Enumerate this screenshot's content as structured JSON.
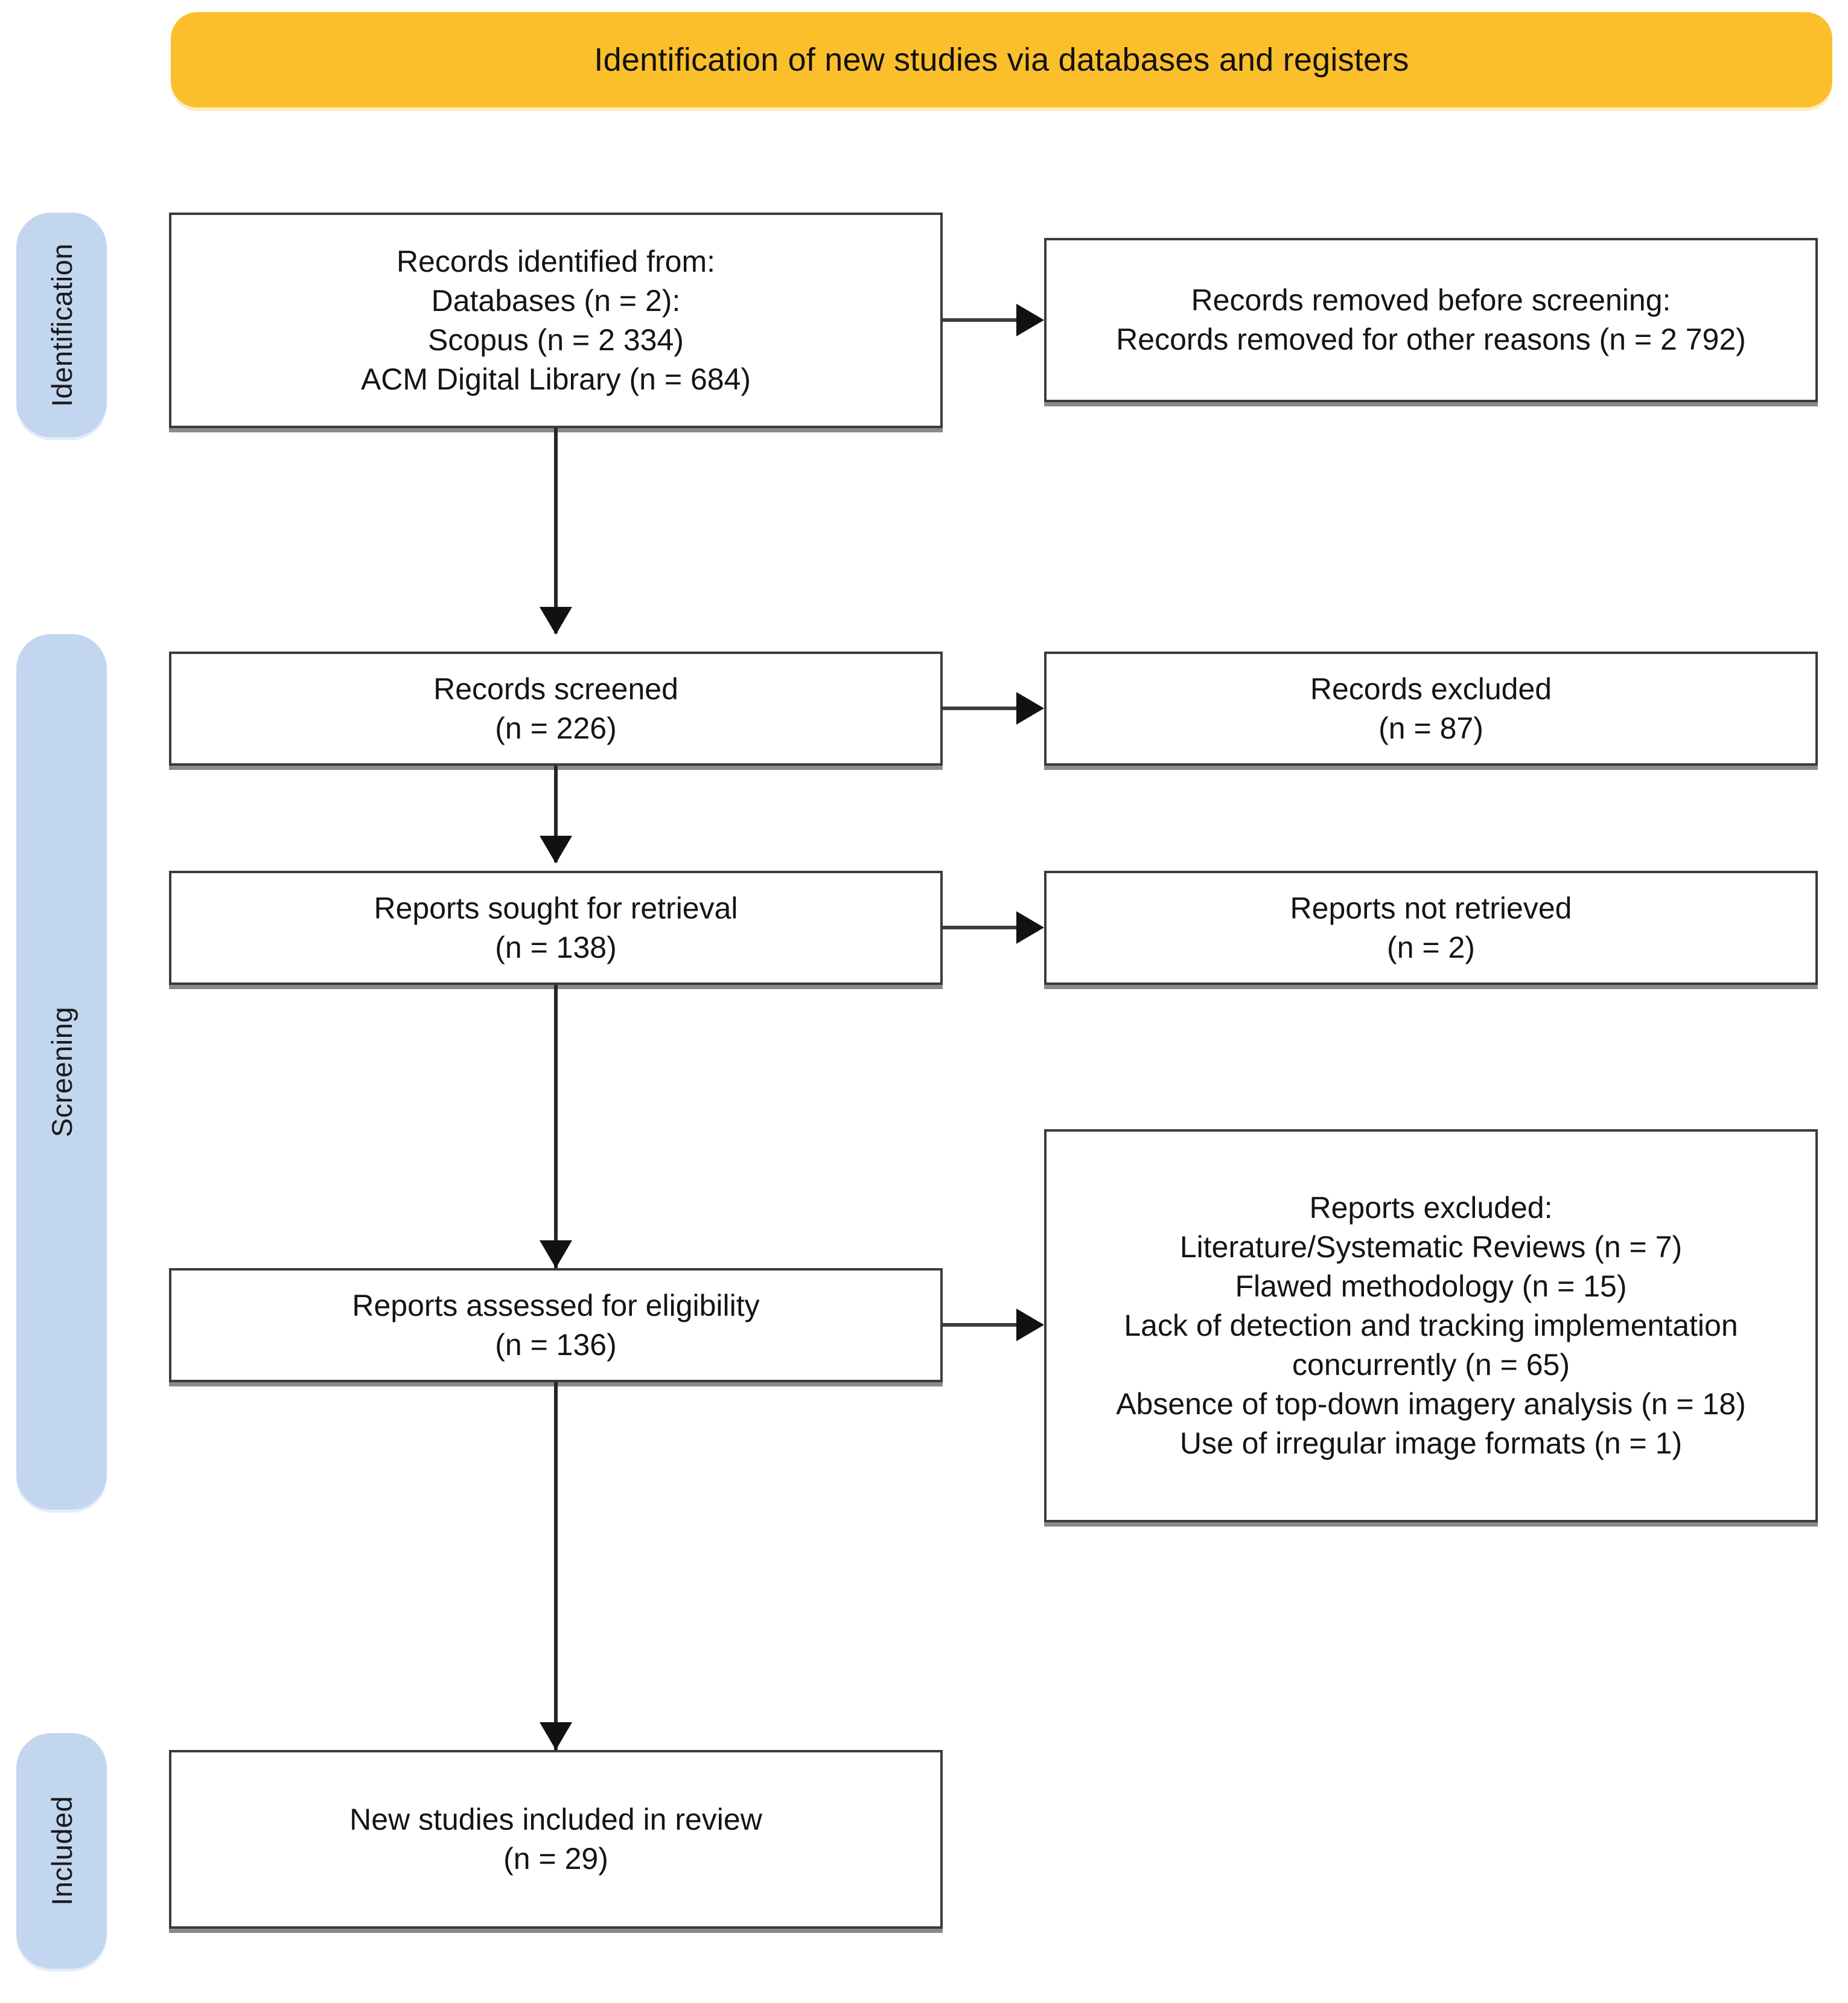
{
  "banner": {
    "title": "Identification of new studies via databases and registers",
    "color": "#fbbf2c"
  },
  "stages": {
    "color": "#c3d6ef",
    "identification": "Identification",
    "screening": "Screening",
    "included": "Included"
  },
  "boxes": {
    "records_identified": {
      "lines": [
        "Records identified from:",
        "Databases (n = 2):",
        "Scopus (n = 2 334)",
        "ACM Digital Library (n = 684)"
      ]
    },
    "records_removed": {
      "lines": [
        "Records removed before screening:",
        "Records removed for other reasons (n = 2 792)"
      ]
    },
    "records_screened": {
      "lines": [
        "Records screened",
        "(n = 226)"
      ]
    },
    "records_excluded": {
      "lines": [
        "Records excluded",
        "(n = 87)"
      ]
    },
    "reports_sought": {
      "lines": [
        "Reports sought for retrieval",
        "(n = 138)"
      ]
    },
    "reports_not_retrieved": {
      "lines": [
        "Reports not retrieved",
        "(n = 2)"
      ]
    },
    "reports_assessed": {
      "lines": [
        "Reports assessed for eligibility",
        "(n = 136)"
      ]
    },
    "reports_excluded": {
      "lines": [
        "Reports excluded:",
        "Literature/Systematic Reviews (n = 7)",
        "Flawed methodology (n = 15)",
        "Lack of detection and tracking implementation concurrently (n = 65)",
        "Absence of top-down imagery analysis (n = 18)",
        "Use of irregular image formats (n = 1)"
      ]
    },
    "new_studies_included": {
      "lines": [
        "New studies included in review",
        "(n = 29)"
      ]
    }
  }
}
